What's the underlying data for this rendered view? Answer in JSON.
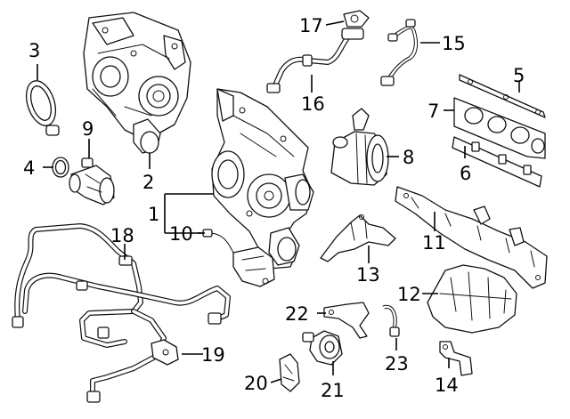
{
  "diagram": {
    "callouts": [
      {
        "id": "c1",
        "label": "1"
      },
      {
        "id": "c2",
        "label": "2"
      },
      {
        "id": "c3",
        "label": "3"
      },
      {
        "id": "c4",
        "label": "4"
      },
      {
        "id": "c5",
        "label": "5"
      },
      {
        "id": "c7",
        "label": "7"
      },
      {
        "id": "c6",
        "label": "6"
      },
      {
        "id": "c8",
        "label": "8"
      },
      {
        "id": "c9",
        "label": "9"
      },
      {
        "id": "c10",
        "label": "10"
      },
      {
        "id": "c11",
        "label": "11"
      },
      {
        "id": "c12",
        "label": "12"
      },
      {
        "id": "c13",
        "label": "13"
      },
      {
        "id": "c14",
        "label": "14"
      },
      {
        "id": "c15",
        "label": "15"
      },
      {
        "id": "c16",
        "label": "16"
      },
      {
        "id": "c17",
        "label": "17"
      },
      {
        "id": "c18",
        "label": "18"
      },
      {
        "id": "c19",
        "label": "19"
      },
      {
        "id": "c20",
        "label": "20"
      },
      {
        "id": "c21",
        "label": "21"
      },
      {
        "id": "c22",
        "label": "22"
      },
      {
        "id": "c23",
        "label": "23"
      }
    ],
    "colors": {
      "line": "#111111",
      "background": "#ffffff"
    }
  }
}
